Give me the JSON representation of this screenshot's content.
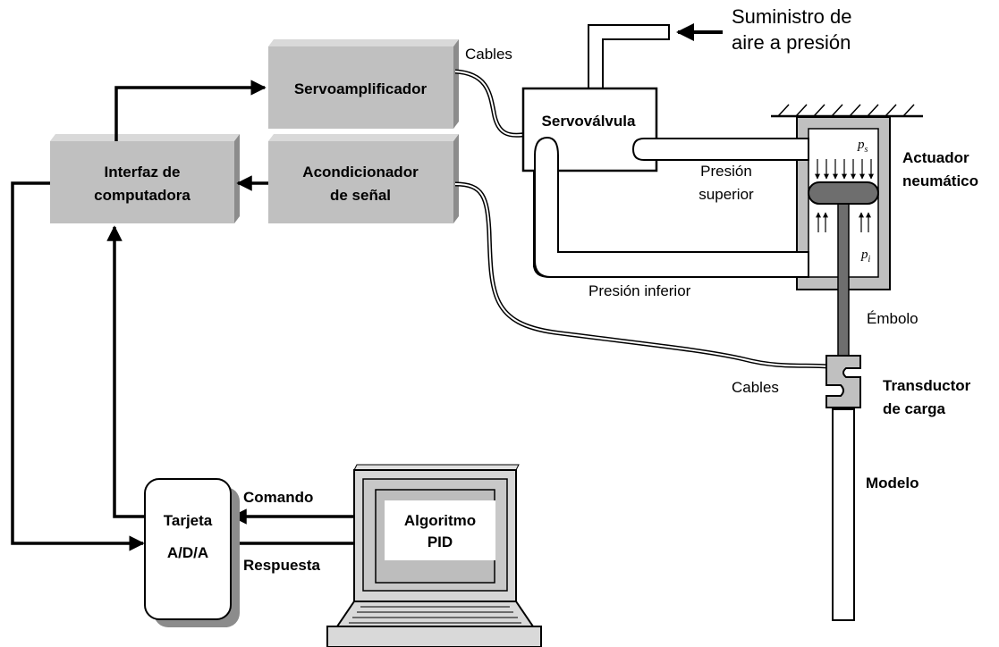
{
  "labels": {
    "air_supply_1": "Suministro de",
    "air_supply_2": "aire a presión",
    "cables_top": "Cables",
    "servoamp": "Servoamplificador",
    "servovalve": "Servoválvula",
    "interface_1": "Interfaz de",
    "interface_2": "computadora",
    "conditioner_1": "Acondicionador",
    "conditioner_2": "de señal",
    "upper_pressure_1": "Presión",
    "upper_pressure_2": "superior",
    "lower_pressure": "Presión inferior",
    "actuator_1": "Actuador",
    "actuator_2": "neumático",
    "ps": "p",
    "ps_sub": "s",
    "pi": "p",
    "pi_sub": "i",
    "piston_rod": "Émbolo",
    "cables_bottom": "Cables",
    "transducer_1": "Transductor",
    "transducer_2": "de carga",
    "model": "Modelo",
    "command": "Comando",
    "response": "Respuesta",
    "card_1": "Tarjeta",
    "card_2": "A/D/A",
    "pid_1": "Algoritmo",
    "pid_2": "PID"
  }
}
